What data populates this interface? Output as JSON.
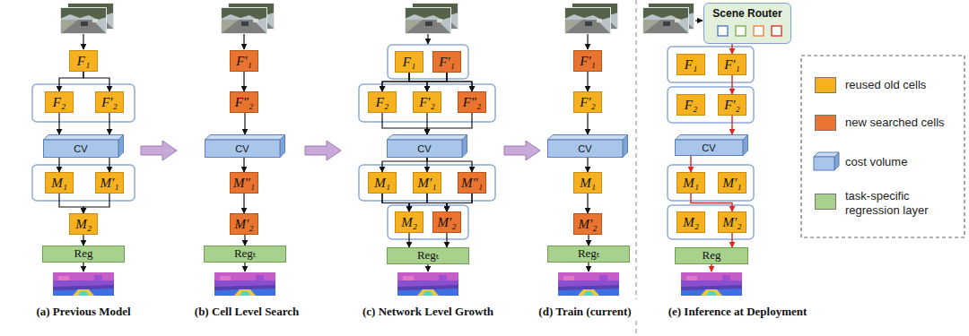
{
  "diagram": {
    "nodes": [
      {
        "text": [
          "F₁"
        ]
      },
      {
        "text": [
          "F₂"
        ]
      },
      {
        "text": [
          "F′₂"
        ]
      },
      {
        "text": [
          "CV"
        ]
      },
      {
        "text": [
          "M₁"
        ]
      },
      {
        "text": [
          "M′₁"
        ]
      },
      {
        "text": [
          "M₂"
        ]
      },
      {
        "text": [
          "Reg"
        ]
      },
      {
        "text": [
          "F′₁"
        ]
      },
      {
        "text": [
          "F″₂"
        ]
      },
      {
        "text": [
          "CV"
        ]
      },
      {
        "text": [
          "M″₁"
        ]
      },
      {
        "text": [
          "M′₂"
        ]
      },
      {
        "text": [
          "Regₜ"
        ]
      },
      {
        "text": [
          "F₁"
        ]
      },
      {
        "text": [
          "F′₁"
        ]
      },
      {
        "text": [
          "F₂"
        ]
      },
      {
        "text": [
          "F′₂"
        ]
      },
      {
        "text": [
          "F″₂"
        ]
      },
      {
        "text": [
          "CV"
        ]
      },
      {
        "text": [
          "M₁"
        ]
      },
      {
        "text": [
          "M′₁"
        ]
      },
      {
        "text": [
          "M″₁"
        ]
      },
      {
        "text": [
          "M₂"
        ]
      },
      {
        "text": [
          "M′₂"
        ]
      },
      {
        "text": [
          "Regₜ"
        ]
      },
      {
        "text": [
          "F′₁"
        ]
      },
      {
        "text": [
          "F′₂"
        ]
      },
      {
        "text": [
          "CV"
        ]
      },
      {
        "text": [
          "M₁"
        ]
      },
      {
        "text": [
          "M′₂"
        ]
      },
      {
        "text": [
          "Regₜ"
        ]
      },
      {
        "text": [
          "Scene Router"
        ]
      },
      {
        "text": [
          "F₁"
        ]
      },
      {
        "text": [
          "F′₁"
        ]
      },
      {
        "text": [
          "F₂"
        ]
      },
      {
        "text": [
          "F′₂"
        ]
      },
      {
        "text": [
          "CV"
        ]
      },
      {
        "text": [
          "M₁"
        ]
      },
      {
        "text": [
          "M′₁"
        ]
      },
      {
        "text": [
          "M₂"
        ]
      },
      {
        "text": [
          "M′₂"
        ]
      },
      {
        "text": [
          "Reg"
        ]
      }
    ],
    "edges": [
      {
        "from": 0,
        "to": 1,
        "arrow": "to"
      },
      {
        "from": 0,
        "to": 2,
        "arrow": "to"
      },
      {
        "from": 1,
        "to": 3,
        "arrow": "to"
      },
      {
        "from": 2,
        "to": 3,
        "arrow": "to"
      },
      {
        "from": 3,
        "to": 4,
        "arrow": "to"
      },
      {
        "from": 3,
        "to": 5,
        "arrow": "to"
      },
      {
        "from": 4,
        "to": 6,
        "arrow": "to"
      },
      {
        "from": 5,
        "to": 6,
        "arrow": "to"
      },
      {
        "from": 6,
        "to": 7,
        "arrow": "to"
      },
      {
        "from": 8,
        "to": 9,
        "arrow": "to"
      },
      {
        "from": 9,
        "to": 10,
        "arrow": "to"
      },
      {
        "from": 10,
        "to": 11,
        "arrow": "to"
      },
      {
        "from": 11,
        "to": 12,
        "arrow": "to"
      },
      {
        "from": 12,
        "to": 13,
        "arrow": "to"
      },
      {
        "from": 14,
        "to": 16,
        "arrow": "to"
      },
      {
        "from": 14,
        "to": 17,
        "arrow": "to"
      },
      {
        "from": 14,
        "to": 18,
        "arrow": "to"
      },
      {
        "from": 15,
        "to": 16,
        "arrow": "to"
      },
      {
        "from": 15,
        "to": 17,
        "arrow": "to"
      },
      {
        "from": 15,
        "to": 18,
        "arrow": "to"
      },
      {
        "from": 16,
        "to": 19,
        "arrow": "to"
      },
      {
        "from": 17,
        "to": 19,
        "arrow": "to"
      },
      {
        "from": 18,
        "to": 19,
        "arrow": "to"
      },
      {
        "from": 19,
        "to": 20,
        "arrow": "to"
      },
      {
        "from": 19,
        "to": 21,
        "arrow": "to"
      },
      {
        "from": 19,
        "to": 22,
        "arrow": "to"
      },
      {
        "from": 20,
        "to": 23,
        "arrow": "to"
      },
      {
        "from": 20,
        "to": 24,
        "arrow": "to"
      },
      {
        "from": 21,
        "to": 23,
        "arrow": "to"
      },
      {
        "from": 21,
        "to": 24,
        "arrow": "to"
      },
      {
        "from": 22,
        "to": 23,
        "arrow": "to"
      },
      {
        "from": 22,
        "to": 24,
        "arrow": "to"
      },
      {
        "from": 23,
        "to": 25,
        "arrow": "to"
      },
      {
        "from": 24,
        "to": 25,
        "arrow": "to"
      },
      {
        "from": 26,
        "to": 27,
        "arrow": "to"
      },
      {
        "from": 27,
        "to": 28,
        "arrow": "to"
      },
      {
        "from": 28,
        "to": 29,
        "arrow": "to"
      },
      {
        "from": 29,
        "to": 30,
        "arrow": "to"
      },
      {
        "from": 30,
        "to": 31,
        "arrow": "to"
      },
      {
        "from": 32,
        "to": 34,
        "arrow": "to"
      },
      {
        "from": 34,
        "to": 36,
        "arrow": "to"
      },
      {
        "from": 36,
        "to": 37,
        "arrow": "to"
      },
      {
        "from": 37,
        "to": 38,
        "arrow": "to"
      },
      {
        "from": 38,
        "to": 41,
        "arrow": "to"
      },
      {
        "from": 41,
        "to": 42,
        "arrow": "to"
      }
    ],
    "labels": [
      "(a) Previous Model",
      "(b) Cell Level Search",
      "(c) Network Level Growth",
      "(d) Train (current)",
      "(e) Inference at Deployment"
    ],
    "legend": [
      {
        "text": "reused old cells",
        "color": "#F5B11F"
      },
      {
        "text": "new searched cells",
        "color": "#E9742F"
      },
      {
        "text": "cost volume"
      },
      {
        "text": "task-specific regression layer",
        "color": "#A9D18E"
      }
    ]
  }
}
